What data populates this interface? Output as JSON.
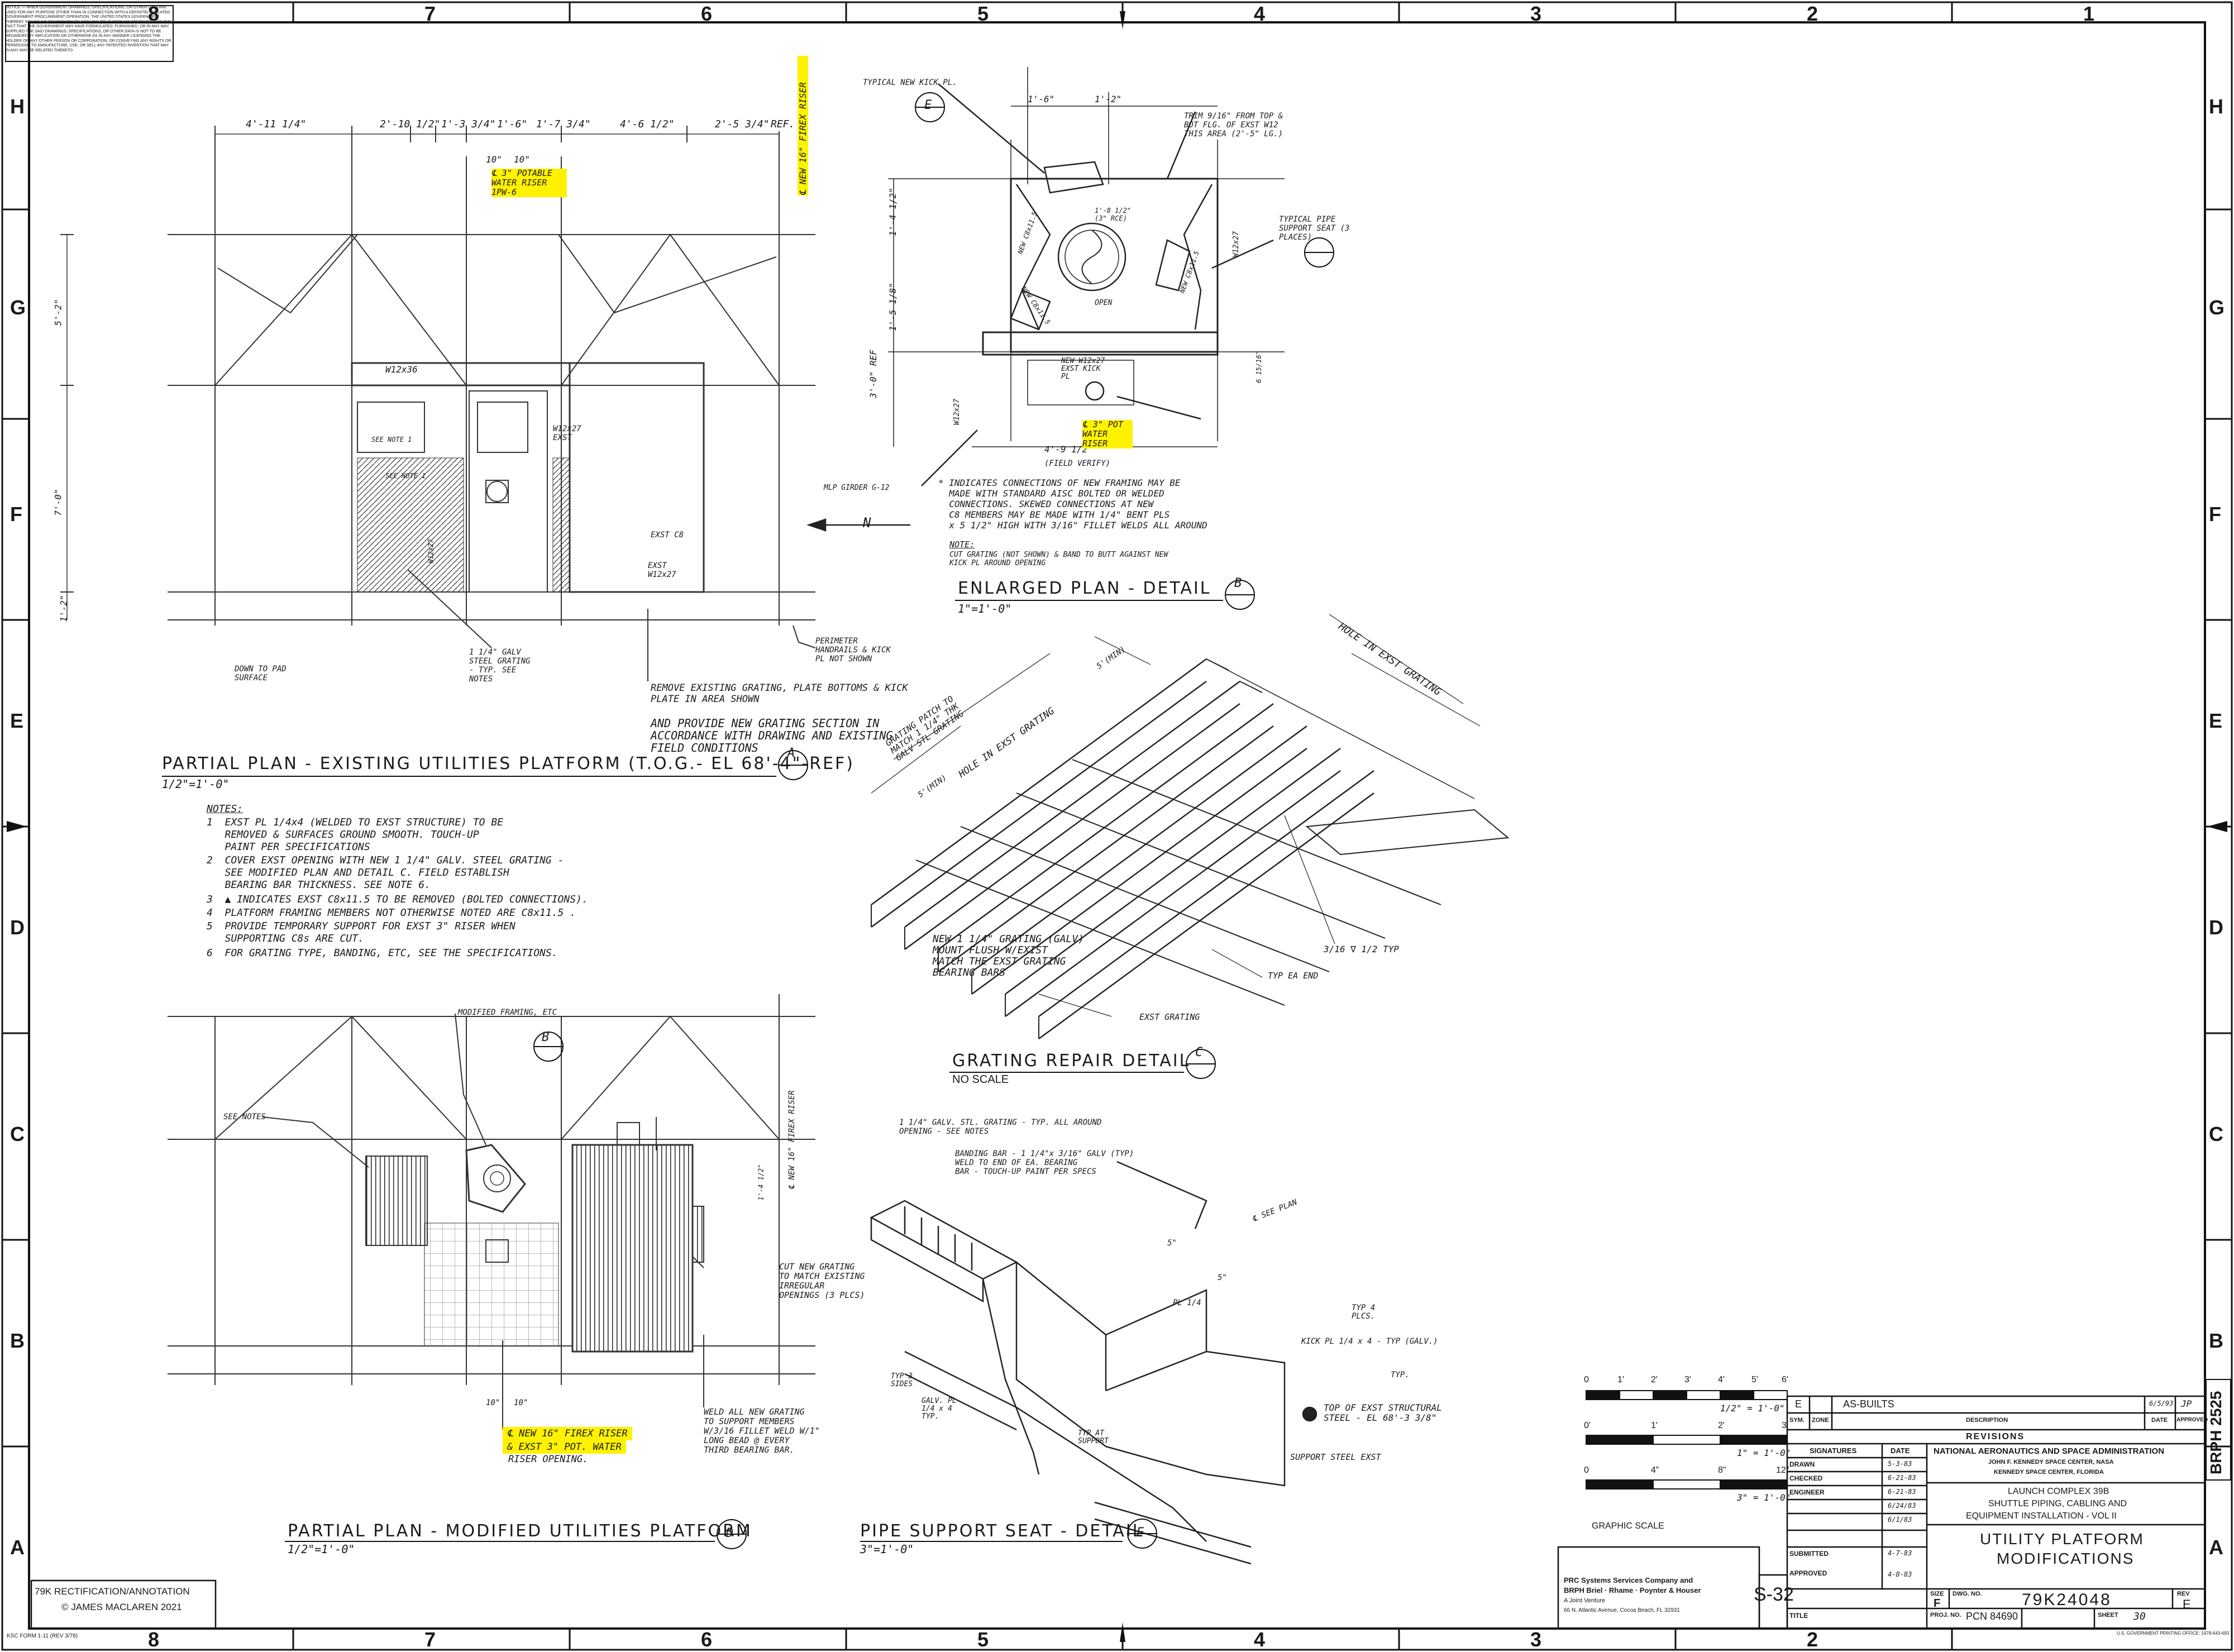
{
  "zones": {
    "columns_top": [
      "8",
      "7",
      "6",
      "5",
      "4",
      "3",
      "2",
      "1"
    ],
    "columns_bottom": [
      "8",
      "7",
      "6",
      "5",
      "4",
      "3",
      "2"
    ],
    "rows": [
      "H",
      "G",
      "F",
      "E",
      "D",
      "C",
      "B",
      "A"
    ]
  },
  "notice_text": "NOTICE — WHEN GOVERNMENT DRAWINGS, SPECIFICATIONS, OR OTHER DATA ARE USED FOR ANY PURPOSE OTHER THAN IN CONNECTION WITH A DEFINITELY RELATED GOVERNMENT PROCUREMENT OPERATION, THE UNITED STATES GOVERNMENT THEREBY INCURS NO RESPONSIBILITY NOR ANY OBLIGATION WHATSOEVER; AND THE FACT THAT THE GOVERNMENT MAY HAVE FORMULATED, FURNISHED, OR IN ANY WAY SUPPLIED THE SAID DRAWINGS, SPECIFICATIONS, OR OTHER DATA IS NOT TO BE REGARDED BY IMPLICATION OR OTHERWISE AS IN ANY MANNER LICENSING THE HOLDER OR ANY OTHER PERSON OR CORPORATION, OR CONVEYING ANY RIGHTS OR PERMISSION TO MANUFACTURE, USE, OR SELL ANY PATENTED INVENTION THAT MAY IN ANY WAY BE RELATED THERETO.",
  "view_a": {
    "title": "PARTIAL PLAN - EXISTING UTILITIES PLATFORM  (T.O.G.- EL 68'-4\"-REF)",
    "scale": "1/2\"=1'-0\"",
    "symbol": "A",
    "dims_top": [
      "4'-11 1/4\"",
      "2'-10 1/2\"",
      "1'-3 3/4\"",
      "1'-6\"",
      "1'-7 3/4\"",
      "4'-6 1/2\"",
      "2'-5 3/4\"",
      "REF."
    ],
    "dims_sub": [
      "10\"",
      "10\""
    ],
    "dims_left": [
      "5'-2\"",
      "7'-0\"",
      "1'-2\""
    ],
    "riser_label": "℄ 3\" POTABLE WATER RISER 1PW-6",
    "beam_labels": [
      "W12x36",
      "W12x27 EXST",
      "EXST C8",
      "EXST W12x27",
      "SEE NOTE 1",
      "SEE NOTE 1",
      "W12x27"
    ],
    "callouts": [
      "PERIMETER HANDRAILS & KICK PL NOT SHOWN",
      "1 1/4\" GALV STEEL GRATING - TYP. SEE NOTES",
      "DOWN TO PAD SURFACE",
      "REMOVE EXISTING GRATING, PLATE BOTTOMS & KICK PLATE IN AREA SHOWN",
      "AND PROVIDE NEW GRATING SECTION IN ACCORDANCE WITH DRAWING AND EXISTING FIELD CONDITIONS"
    ]
  },
  "notes": {
    "heading": "NOTES:",
    "items": [
      "1  EXST PL 1/4x4 (WELDED TO EXST STRUCTURE) TO BE\n   REMOVED & SURFACES GROUND SMOOTH. TOUCH-UP\n   PAINT PER SPECIFICATIONS",
      "2  COVER EXST OPENING WITH NEW 1 1/4\" GALV. STEEL GRATING -\n   SEE MODIFIED PLAN AND DETAIL C. FIELD ESTABLISH\n   BEARING BAR THICKNESS. SEE NOTE 6.",
      "3  ▲ INDICATES EXST C8x11.5 TO BE REMOVED (BOLTED CONNECTIONS).",
      "4  PLATFORM FRAMING MEMBERS NOT OTHERWISE NOTED ARE C8x11.5 .",
      "5  PROVIDE TEMPORARY SUPPORT FOR EXST 3\" RISER WHEN\n   SUPPORTING C8s ARE CUT.",
      "6  FOR GRATING TYPE, BANDING, ETC, SEE THE SPECIFICATIONS."
    ]
  },
  "view_b": {
    "title": "ENLARGED PLAN - DETAIL",
    "scale": "1\"=1'-0\"",
    "symbol": "B",
    "ref_e": "E",
    "callouts": [
      "TYPICAL NEW KICK PL.",
      "TRIM 9/16\" FROM TOP & BOT FLG. OF EXST W12 THIS AREA (2'-5\" LG.)",
      "TYPICAL PIPE SUPPORT SEAT (3 PLACES)",
      "NEW W12x27 EXST KICK PL",
      "W12x27",
      "W12x27",
      "OPEN",
      "NEW C8x11.5",
      "NEW C8x11.5",
      "NEW C8x11.5",
      "MLP GIRDER G-12",
      "(FIELD VERIFY)"
    ],
    "dims": [
      "1'-6\"",
      "1'-2\"",
      "1'-4 1/2\"",
      "1'-5 1/8\"",
      "3'-0\" REF",
      "4'-9 1/2\"",
      "1'-8 1/2\" (3\" RCE)",
      "6 15/16\""
    ],
    "riser_16": "℄ NEW 16\" FIREX RISER",
    "riser_3": "℄ 3\" POT WATER RISER",
    "note": "* INDICATES CONNECTIONS OF NEW FRAMING MAY BE\n  MADE WITH STANDARD AISC BOLTED OR WELDED\n  CONNECTIONS. SKEWED CONNECTIONS AT NEW\n  C8 MEMBERS MAY BE MADE WITH 1/4\" BENT PLS\n  x 5 1/2\" HIGH WITH 3/16\" FILLET WELDS ALL AROUND",
    "note2_heading": "NOTE:",
    "note2": "CUT GRATING (NOT SHOWN) & BAND TO BUTT AGAINST NEW\nKICK PL AROUND OPENING",
    "north": "N"
  },
  "view_c": {
    "title": "GRATING REPAIR DETAIL",
    "scale": "NO SCALE",
    "symbol": "C",
    "callouts": [
      "HOLE IN EXST GRATING",
      "GRATING PATCH TO MATCH 1 1/4\" THK GALV STL GRATING",
      "HOLE IN EXST GRATING",
      "5'(MIN)",
      "5'(MIN)",
      "3/16 ∇ 1/2 TYP",
      "TYP EA END",
      "EXST GRATING"
    ],
    "new_grating": "NEW 1 1/4\" GRATING (GALV)\nMOUNT FLUSH W/EXIST\nMATCH THE EXST GRATING\nBEARING BARS"
  },
  "view_d": {
    "title": "PARTIAL PLAN - MODIFIED UTILITIES PLATFORM",
    "scale": "1/2\"=1'-0\"",
    "symbol": "D",
    "ref_b": "B",
    "callouts": [
      "MODIFIED FRAMING, ETC",
      "SEE NOTES",
      "℄ NEW 16\" FIREX RISER",
      "CUT NEW GRATING\nTO MATCH EXISTING\nIRREGULAR\nOPENINGS (3 PLCS)",
      "WELD ALL NEW GRATING\nTO SUPPORT MEMBERS\nW/3/16 FILLET WELD W/1\"\nLONG BEAD @ EVERY\nTHIRD BEARING BAR."
    ],
    "dims": [
      "10\"",
      "10\"",
      "1'-4 1/2\""
    ],
    "riser_label_1": "℄ NEW 16\" FIREX RISER",
    "riser_label_2": "& EXST 3\" POT. WATER",
    "riser_label_3": "RISER OPENING."
  },
  "view_e": {
    "title": "PIPE SUPPORT SEAT - DETAIL",
    "scale": "3\"=1'-0\"",
    "symbol": "E",
    "callouts": [
      "1 1/4\" GALV. STL. GRATING - TYP. ALL AROUND\nOPENING - SEE NOTES",
      "BANDING BAR - 1 1/4\"x 3/16\" GALV (TYP)\nWELD TO END OF EA. BEARING\nBAR - TOUCH-UP PAINT PER SPECS",
      "℄ SEE PLAN",
      "5\"",
      "5\"",
      "PL 1/4",
      "TYP 4 PLCS.",
      "KICK PL 1/4 x 4 - TYP (GALV.)",
      "TYP.",
      "TOP OF EXST STRUCTURAL\nSTEEL - EL 68'-3 3/8\"",
      "SUPPORT STEEL EXST",
      "TYP AT SUPPORT",
      "GALV. PL 1/4 x 4 TYP.",
      "TYP 3 SIDES"
    ]
  },
  "graphic_scale": {
    "label": "GRAPHIC SCALE",
    "scales": [
      {
        "ticks": [
          "0",
          "1'",
          "2'",
          "3'",
          "4'",
          "5'",
          "6'"
        ],
        "ratio": "1/2\" = 1'-0\""
      },
      {
        "ticks": [
          "0'",
          "1'",
          "2'",
          "3'"
        ],
        "ratio": "1\" = 1'-0\""
      },
      {
        "ticks": [
          "0",
          "4\"",
          "8\"",
          "12\""
        ],
        "ratio": "3\" = 1'-0\""
      }
    ]
  },
  "title_block": {
    "rev_letter": "E",
    "rev_desc": "AS-BUILTS",
    "rev_date": "6/5/93",
    "rev_approved": "JP",
    "headers": {
      "sym": "SYM.",
      "zone": "ZONE",
      "description": "DESCRIPTION",
      "date": "DATE",
      "approved": "APPROVED"
    },
    "revisions": "REVISIONS",
    "sig_header": "SIGNATURES",
    "date_header": "DATE",
    "signature_rows": [
      {
        "role": "DRAWN",
        "date": "5-3-83"
      },
      {
        "role": "CHECKED",
        "date": "6-21-83"
      },
      {
        "role": "ENGINEER",
        "date": "6-21-83"
      },
      {
        "role": "",
        "date": "6/24/83"
      },
      {
        "role": "",
        "date": "6/1/83"
      },
      {
        "role": "SUBMITTED",
        "date": "4-7-83"
      },
      {
        "role": "APPROVED",
        "date": "4-8-83"
      },
      {
        "role": "TITLE",
        "date": ""
      }
    ],
    "agency": "NATIONAL AERONAUTICS AND SPACE ADMINISTRATION",
    "agency_sub1": "JOHN F. KENNEDY SPACE CENTER, NASA",
    "agency_sub2": "KENNEDY SPACE CENTER, FLORIDA",
    "project_1": "LAUNCH COMPLEX 39B",
    "project_2": "SHUTTLE PIPING, CABLING AND",
    "project_3": "EQUIPMENT INSTALLATION - VOL II",
    "drawing_title_1": "UTILITY  PLATFORM",
    "drawing_title_2": "MODIFICATIONS",
    "size_label": "SIZE",
    "size": "F",
    "dwg_label": "DWG. NO.",
    "dwg_no": "79K24048",
    "rev_label": "REV",
    "rev": "E",
    "proj_label": "PROJ. NO.",
    "proj_no": "PCN 84690",
    "sheet_label": "SHEET",
    "sheet": "30",
    "sheet_code": "S-32",
    "contractor_1": "PRC Systems Services Company and",
    "contractor_2": "BRPH Briel · Rhame · Poynter & Houser",
    "contractor_3": "A Joint Venture",
    "contractor_4": "66 N. Atlantic Avenue, Cocoa Beach, FL 32931",
    "govt_print": "U.S. GOVERNMENT PRINTING OFFICE: 1978-643-693",
    "side_code": "BRPH 2525"
  },
  "annotation": {
    "line1": "79K RECTIFICATION/ANNOTATION",
    "line2": "© JAMES MACLAREN 2021"
  },
  "form_no": "KSC FORM 1-11 (REV 3/78)"
}
